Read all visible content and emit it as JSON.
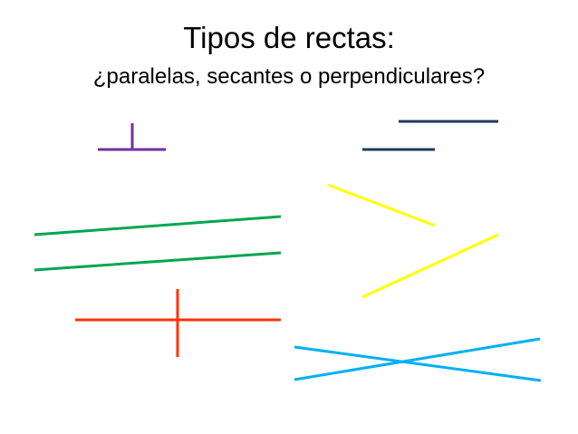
{
  "slide": {
    "title": "Tipos de rectas:",
    "subtitle": "¿paralelas, secantes o perpendiculares?"
  },
  "line_groups": [
    {
      "name": "purple-perpendicular-pair",
      "color": "#7030A0"
    },
    {
      "name": "navy-parallel-pair",
      "color": "#1F3A5F"
    },
    {
      "name": "green-parallel-pair",
      "color": "#00A650"
    },
    {
      "name": "yellow-secant-pair",
      "color": "#FFFF00"
    },
    {
      "name": "red-perpendicular-pair",
      "color": "#FF3300"
    },
    {
      "name": "cyan-secant-pair",
      "color": "#00B0F0"
    }
  ]
}
